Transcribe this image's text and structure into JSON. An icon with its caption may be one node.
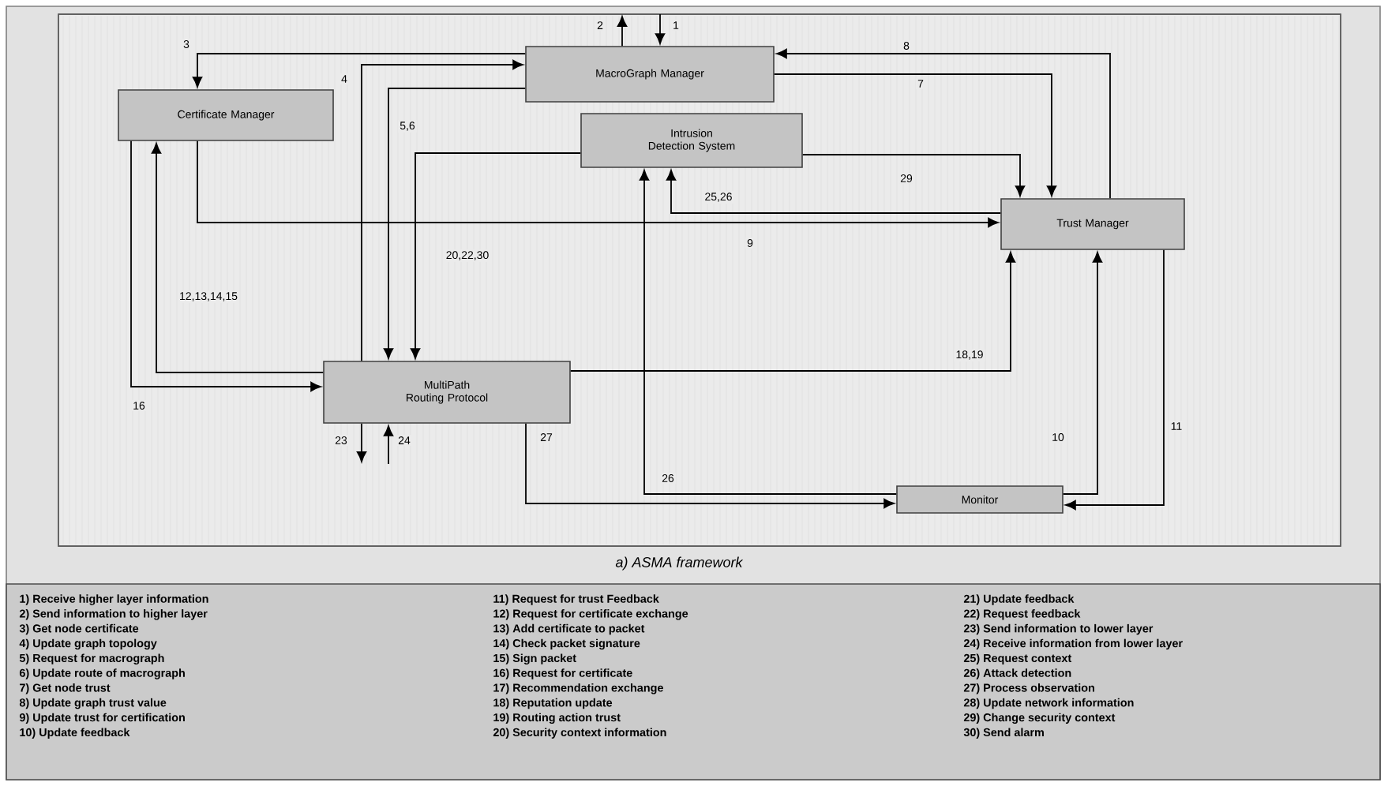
{
  "diagram": {
    "caption": "a) ASMA framework",
    "nodes": [
      {
        "text": [
          "MacroGraph Manager"
        ]
      },
      {
        "text": [
          "Certificate Manager"
        ]
      },
      {
        "text": [
          "Intrusion Detection System"
        ]
      },
      {
        "text": [
          "Trust Manager"
        ]
      },
      {
        "text": [
          "MultiPath Routing Protocol"
        ]
      },
      {
        "text": [
          "Monitor"
        ]
      }
    ],
    "edges": [
      {
        "from": 0,
        "to": 1,
        "arrow": "to",
        "label": "3"
      },
      {
        "from": 4,
        "to": 0,
        "arrow": "to",
        "label": "4"
      },
      {
        "from": 0,
        "to": 4,
        "arrow": "to",
        "label": "5,6"
      },
      {
        "from": 2,
        "to": 4,
        "arrow": "to",
        "label": "20,22,30"
      },
      {
        "from": 0,
        "to": null,
        "arrow": "to",
        "label": "2"
      },
      {
        "from": null,
        "to": 0,
        "arrow": "to",
        "label": "1"
      },
      {
        "from": 3,
        "to": 0,
        "arrow": "to",
        "label": "8"
      },
      {
        "from": 0,
        "to": 3,
        "arrow": "to",
        "label": "7"
      },
      {
        "from": 2,
        "to": 3,
        "arrow": "to",
        "label": "29"
      },
      {
        "from": 3,
        "to": 2,
        "arrow": "to",
        "label": "25,26"
      },
      {
        "from": 1,
        "to": 3,
        "arrow": "to",
        "label": "9"
      },
      {
        "from": 4,
        "to": 1,
        "arrow": "to",
        "label": "12,13,14,15"
      },
      {
        "from": 1,
        "to": 4,
        "arrow": "to",
        "label": "16"
      },
      {
        "from": 4,
        "to": 3,
        "arrow": "to",
        "label": "18,19"
      },
      {
        "from": 4,
        "to": null,
        "arrow": "to",
        "label": "23"
      },
      {
        "from": null,
        "to": 4,
        "arrow": "to",
        "label": "24"
      },
      {
        "from": 4,
        "to": 5,
        "arrow": "to",
        "label": "27"
      },
      {
        "from": 5,
        "to": 2,
        "arrow": "to",
        "label": "26"
      },
      {
        "from": 5,
        "to": 3,
        "arrow": "to",
        "label": "10"
      },
      {
        "from": 3,
        "to": 5,
        "arrow": "to",
        "label": "11"
      }
    ],
    "labels": [
      "1) Receive higher layer information",
      "2) Send information to higher layer",
      "3) Get node certificate",
      "4) Update graph topology",
      "5) Request for macrograph",
      "6) Update route of macrograph",
      "7) Get node trust",
      "8) Update graph trust value",
      "9) Update trust for certification",
      "10) Update feedback",
      "11) Request for trust Feedback",
      "12) Request for certificate exchange",
      "13) Add certificate to packet",
      "14) Check packet signature",
      "15) Sign packet",
      "16) Request for certificate",
      "17) Recommendation exchange",
      "18) Reputation update",
      "19) Routing action trust",
      "20) Security context information",
      "21) Update feedback",
      "22) Request feedback",
      "23) Send information to lower layer",
      "24) Receive information from lower layer",
      "25) Request context",
      "26) Attack detection",
      "27) Process observation",
      "28) Update network information",
      "29) Change security context",
      "30) Send alarm"
    ]
  }
}
